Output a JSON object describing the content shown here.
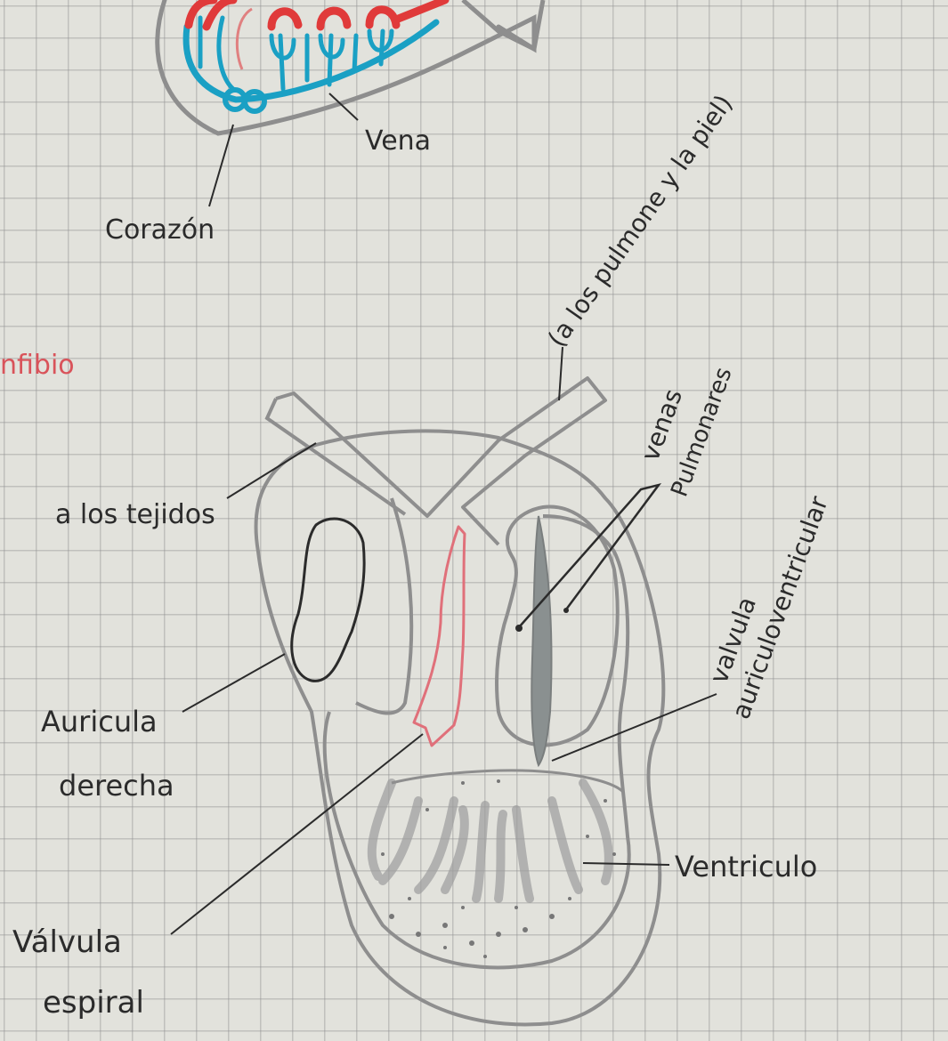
{
  "colors": {
    "pencil": "#8e8e8e",
    "ink": "#2b2b2b",
    "blue": "#1aa0c4",
    "red": "#e03a3a",
    "pink": "#e0707a",
    "paper": "#e2e2dc"
  },
  "labels": {
    "vena": "Vena",
    "corazon": "Corazón",
    "anfibio": "nfibio",
    "pulmones": "(a los pulmone y la piel)",
    "tejidos": "a los tejidos",
    "venas": "venas",
    "pulmonares": "Pulmonares",
    "valvula_av_1": "valvula",
    "valvula_av_2": "auriculoventricular",
    "auricula_1": "Auricula",
    "auricula_2": "derecha",
    "ventriculo": "Ventriculo",
    "valvula_espiral_1": "Válvula",
    "valvula_espiral_2": "espiral"
  }
}
